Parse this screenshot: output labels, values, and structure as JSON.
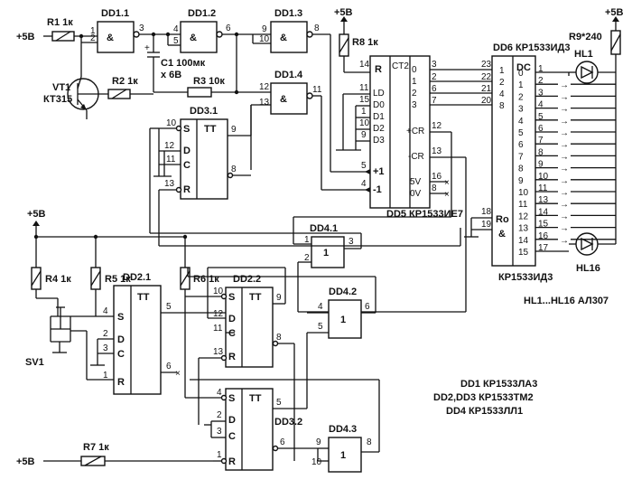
{
  "supply": {
    "plus5v": "+5В"
  },
  "gates": {
    "dd1_1": {
      "label": "DD1.1",
      "symbol": "&",
      "pins": [
        "1",
        "2",
        "3"
      ]
    },
    "dd1_2": {
      "label": "DD1.2",
      "symbol": "&",
      "pins": [
        "4",
        "5",
        "6"
      ]
    },
    "dd1_3": {
      "label": "DD1.3",
      "symbol": "&",
      "pins": [
        "9",
        "10",
        "8"
      ]
    },
    "dd1_4": {
      "label": "DD1.4",
      "symbol": "&",
      "pins": [
        "12",
        "13",
        "11"
      ]
    },
    "dd4_1": {
      "label": "DD4.1",
      "symbol": "1",
      "pins": [
        "1",
        "2",
        "3"
      ]
    },
    "dd4_2": {
      "label": "DD4.2",
      "symbol": "1",
      "pins": [
        "4",
        "5",
        "6"
      ]
    },
    "dd4_3": {
      "label": "DD4.3",
      "symbol": "1",
      "pins": [
        "9",
        "10",
        "8"
      ]
    }
  },
  "flipflops": {
    "dd3_1": {
      "label": "DD3.1",
      "tt": "TT",
      "s": "S",
      "d": "D",
      "c": "C",
      "r": "R",
      "pins": [
        "10",
        "12",
        "11",
        "13",
        "9",
        "8"
      ]
    },
    "dd2_1": {
      "label": "DD2.1",
      "tt": "TT",
      "s": "S",
      "d": "D",
      "c": "C",
      "r": "R",
      "pins": [
        "4",
        "2",
        "3",
        "1",
        "5",
        "6"
      ]
    },
    "dd2_2": {
      "label": "DD2.2",
      "tt": "TT",
      "s": "S",
      "d": "D",
      "c": "C",
      "r": "R",
      "pins": [
        "10",
        "12",
        "11",
        "13",
        "9",
        "8"
      ]
    },
    "dd3_2": {
      "label": "DD3.2",
      "tt": "TT",
      "s": "S",
      "d": "D",
      "c": "C",
      "r": "R",
      "pins": [
        "4",
        "2",
        "3",
        "1",
        "5",
        "6"
      ]
    }
  },
  "counter": {
    "label": "DD5 КР1533ИЕ7",
    "ct": "CT2",
    "inputs": [
      "R",
      "LD",
      "D0",
      "D1",
      "D2",
      "D3",
      "+1",
      "-1"
    ],
    "in_pins": [
      "14",
      "11",
      "15",
      "1",
      "10",
      "9",
      "5",
      "4"
    ],
    "outputs": [
      "0",
      "1",
      "2",
      "3"
    ],
    "out_pins": [
      "3",
      "2",
      "6",
      "7"
    ],
    "cr_plus": "+CR",
    "cr_minus": "-CR",
    "cr_pins": [
      "12",
      "13"
    ],
    "pwr": [
      "5V",
      "0V"
    ],
    "pwr_pins": [
      "16",
      "8"
    ]
  },
  "decoder": {
    "label": "DD6 КР1533ИД3",
    "bottom_label": "КР1533ИД3",
    "dc": "DC",
    "inputs": [
      "1",
      "2",
      "4",
      "8"
    ],
    "in_pins": [
      "23",
      "22",
      "21",
      "20"
    ],
    "ro": "Ro",
    "amp": "&",
    "ro_pins": [
      "18",
      "19"
    ],
    "outputs": [
      "0",
      "1",
      "2",
      "3",
      "4",
      "5",
      "6",
      "7",
      "8",
      "9",
      "10",
      "11",
      "12",
      "13",
      "14",
      "15"
    ],
    "out_pins": [
      "1",
      "2",
      "3",
      "4",
      "5",
      "6",
      "7",
      "8",
      "9",
      "10",
      "11",
      "13",
      "14",
      "15",
      "16",
      "17"
    ]
  },
  "components": {
    "r1": "R1 1к",
    "r2": "R2 1к",
    "r3": "R3 10к",
    "r4": "R4 1к",
    "r5": "R5 1к",
    "r6": "R6 1к",
    "r7": "R7 1к",
    "r8": "R8 1к",
    "r9": "R9*240",
    "c1a": "C1 100мк",
    "c1b": "х 6В",
    "vt1a": "VT1",
    "vt1b": "КТ315",
    "sv1": "SV1",
    "hl1": "HL1",
    "hl16": "HL16"
  },
  "notes": {
    "leds": "HL1...HL16 АЛ307",
    "line1": "DD1 КР1533ЛА3",
    "line2": "DD2,DD3 КР1533ТМ2",
    "line3": "DD4 КР1533ЛЛ1"
  }
}
